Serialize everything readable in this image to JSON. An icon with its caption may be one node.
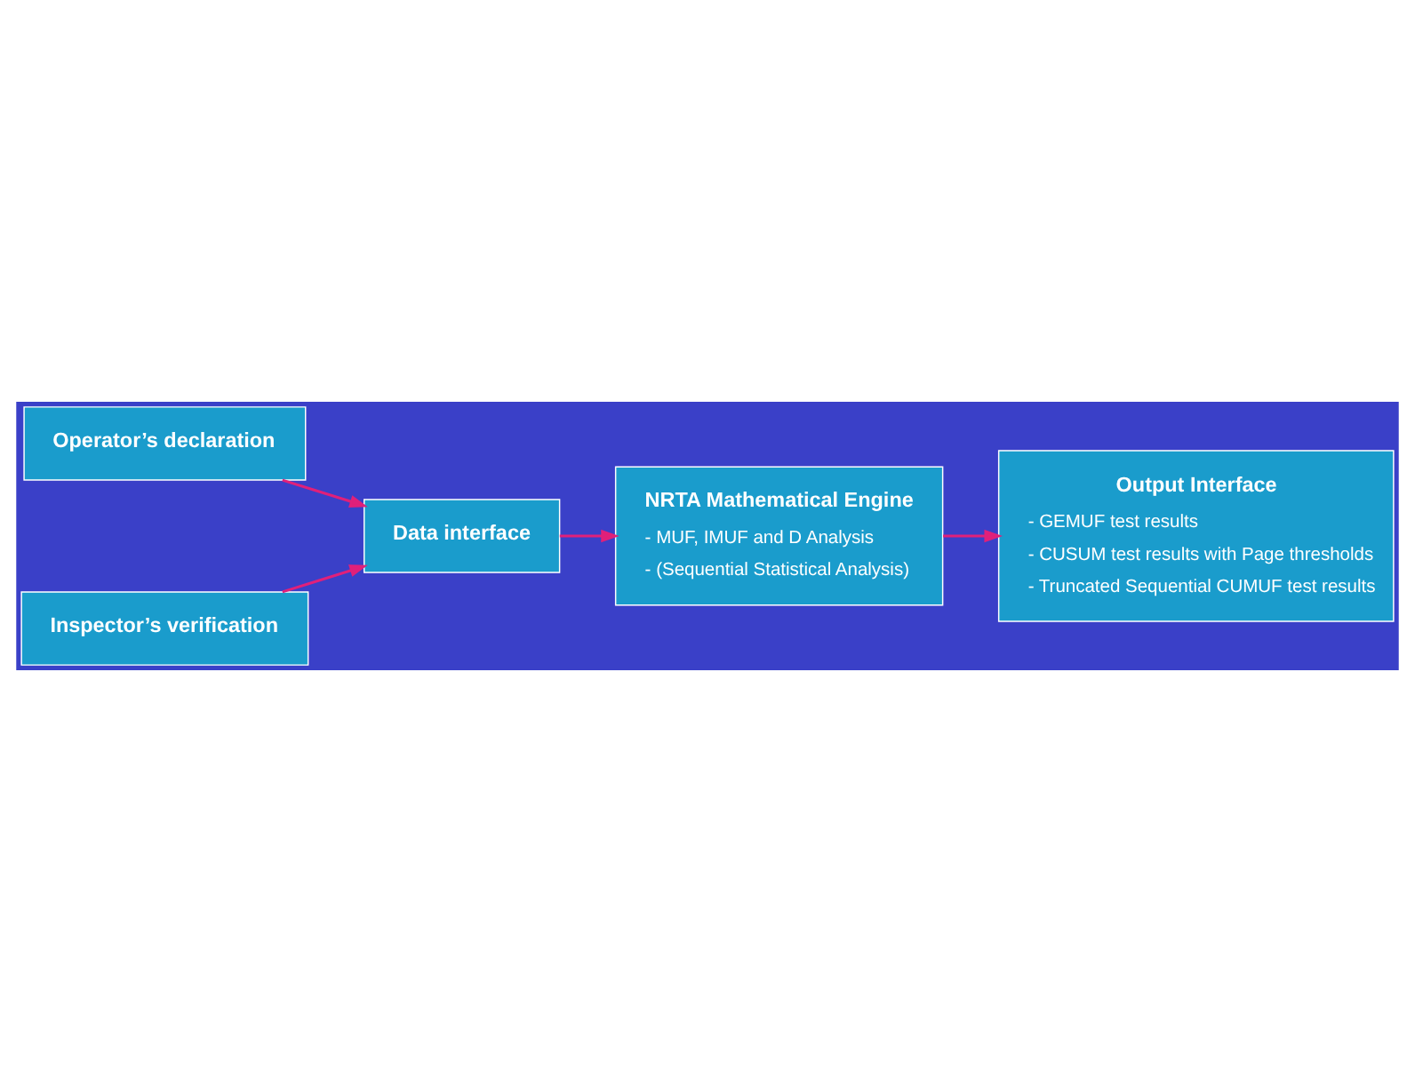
{
  "diagram": {
    "nodes": [
      {
        "text": [
          "Operator’s declaration"
        ]
      },
      {
        "text": [
          "Inspector’s verification"
        ]
      },
      {
        "text": [
          "Data interface"
        ]
      },
      {
        "text": [
          "NRTA Mathematical Engine",
          "- MUF, IMUF and D Analysis",
          "- (Sequential Statistical Analysis)"
        ]
      },
      {
        "text": [
          "Output Interface",
          "- GEMUF test results",
          "- CUSUM test results with Page thresholds",
          "- Truncated Sequential CUMUF test results"
        ]
      }
    ],
    "edges": [
      {
        "from": 0,
        "to": 2,
        "arrow": "to"
      },
      {
        "from": 1,
        "to": 2,
        "arrow": "to"
      },
      {
        "from": 2,
        "to": 3,
        "arrow": "to"
      },
      {
        "from": 3,
        "to": 4,
        "arrow": "to"
      }
    ]
  }
}
